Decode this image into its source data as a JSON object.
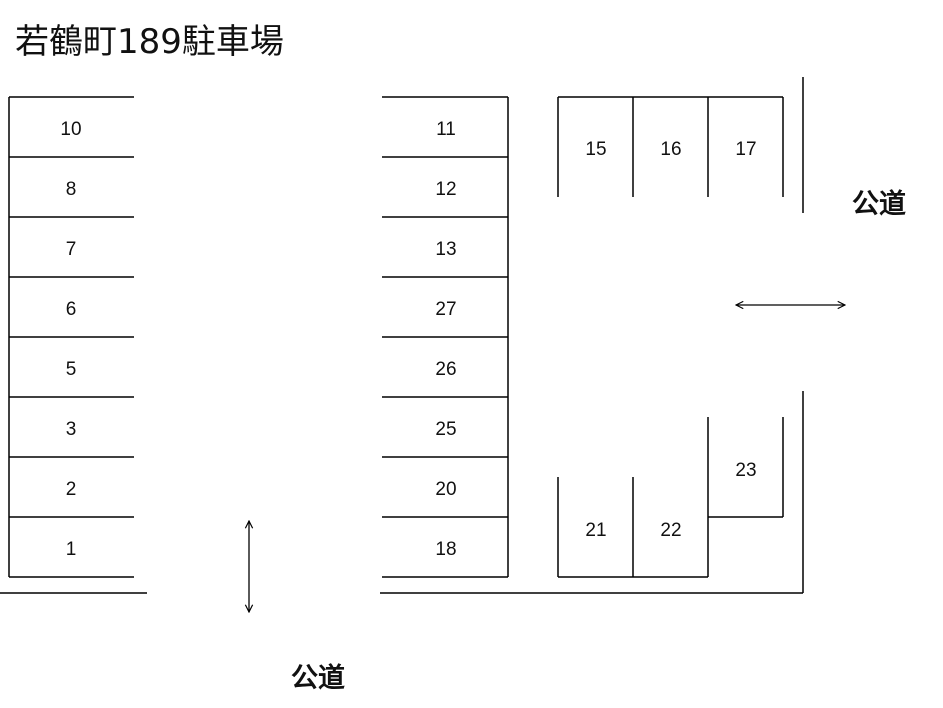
{
  "title": "若鶴町189駐車場",
  "road_labels": {
    "right": "公道",
    "bottom": "公道"
  },
  "left_column": {
    "spaces": [
      "10",
      "8",
      "7",
      "6",
      "5",
      "3",
      "2",
      "1"
    ]
  },
  "middle_column": {
    "spaces": [
      "11",
      "12",
      "13",
      "27",
      "26",
      "25",
      "20",
      "18"
    ]
  },
  "top_right_row": {
    "spaces": [
      "15",
      "16",
      "17"
    ]
  },
  "bottom_right": {
    "spaces": [
      "21",
      "22",
      "23"
    ]
  },
  "arrows": {
    "bottom_entrance": "bidirectional-vertical-arrow",
    "right_entrance": "bidirectional-horizontal-arrow"
  },
  "colors": {
    "line": "#000000",
    "background": "#ffffff",
    "text": "#111111"
  }
}
